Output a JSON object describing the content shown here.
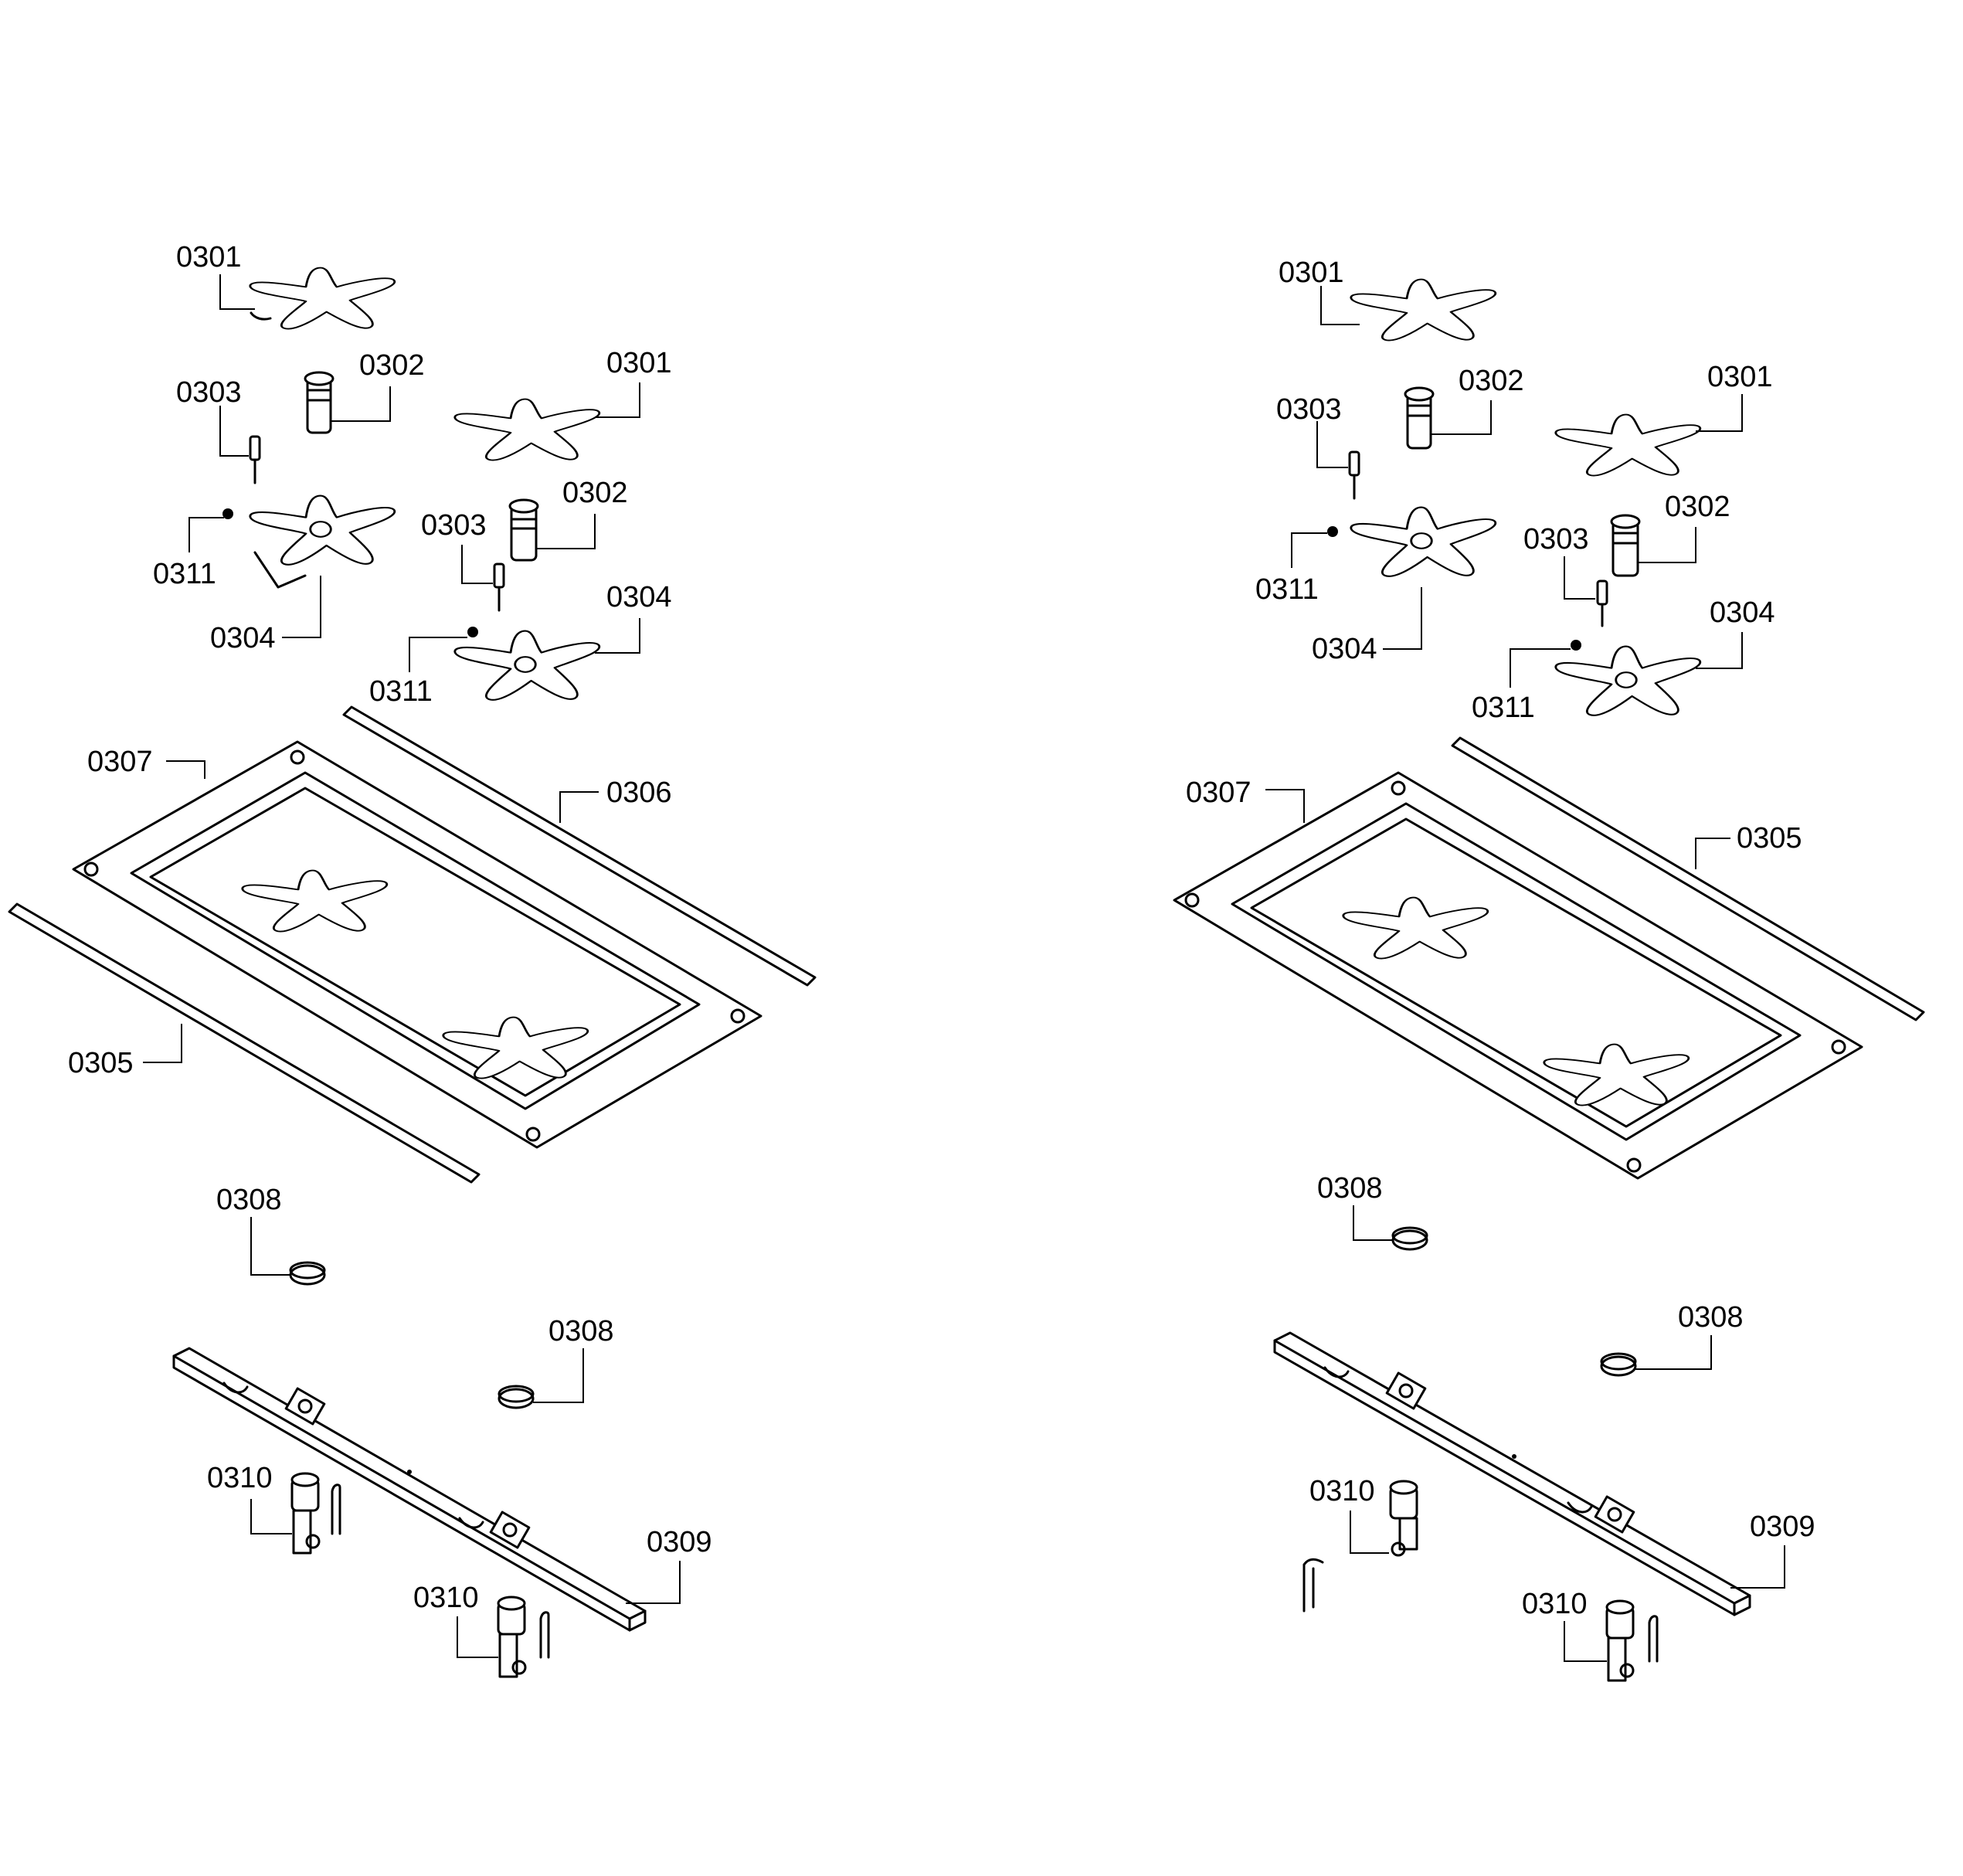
{
  "diagram": {
    "left_assembly": {
      "labels": {
        "p0301_a": "0301",
        "p0302_a": "0302",
        "p0301_b": "0301",
        "p0303_a": "0303",
        "p0302_b": "0302",
        "p0303_b": "0303",
        "p0311_a": "0311",
        "p0304_a": "0304",
        "p0304_b": "0304",
        "p0311_b": "0311",
        "p0307": "0307",
        "p0306": "0306",
        "p0305": "0305",
        "p0308_a": "0308",
        "p0308_b": "0308",
        "p0310_a": "0310",
        "p0309": "0309",
        "p0310_b": "0310"
      }
    },
    "right_assembly": {
      "labels": {
        "p0301_a": "0301",
        "p0302_a": "0302",
        "p0301_b": "0301",
        "p0303_a": "0303",
        "p0302_b": "0302",
        "p0311_a": "0311",
        "p0303_b": "0303",
        "p0304_a": "0304",
        "p0304_b": "0304",
        "p0311_b": "0311",
        "p0307": "0307",
        "p0305": "0305",
        "p0308_a": "0308",
        "p0308_b": "0308",
        "p0310_a": "0310",
        "p0309": "0309",
        "p0310_b": "0310"
      }
    }
  }
}
